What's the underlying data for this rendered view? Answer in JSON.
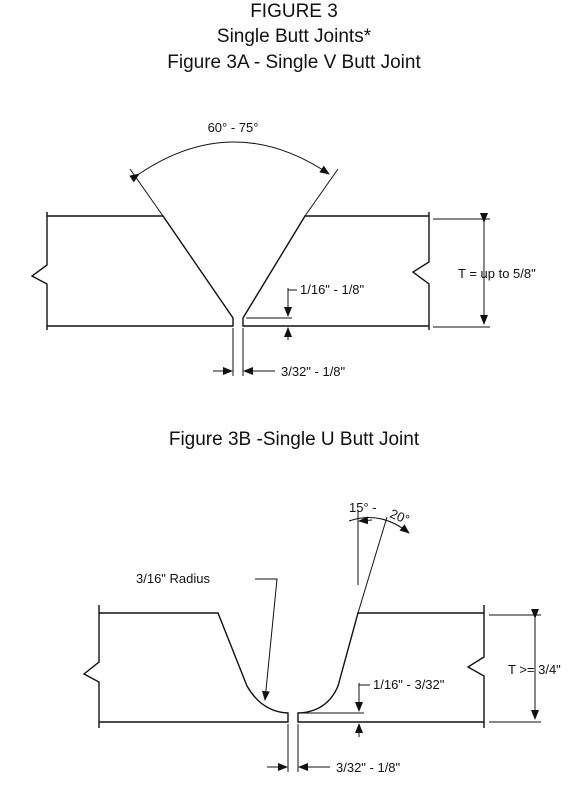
{
  "figure_title": "FIGURE 3",
  "figure_subtitle": "Single Butt Joints*",
  "fig3a": {
    "title": "Figure 3A - Single V Butt Joint",
    "angle_label": "60° - 75°",
    "thickness_label": "T = up to 5/8\"",
    "root_face_label": "1/16\" - 1/8\"",
    "root_gap_label": "3/32\" - 1/8\""
  },
  "fig3b": {
    "title": "Figure 3B -Single U Butt Joint",
    "angle_label_a": "15° - ",
    "angle_label_b": "20°",
    "radius_label": "3/16\"  Radius",
    "thickness_label": "T >= 3/4\"",
    "root_face_label": "1/16\" - 3/32\"",
    "root_gap_label": "3/32\" - 1/8\""
  }
}
